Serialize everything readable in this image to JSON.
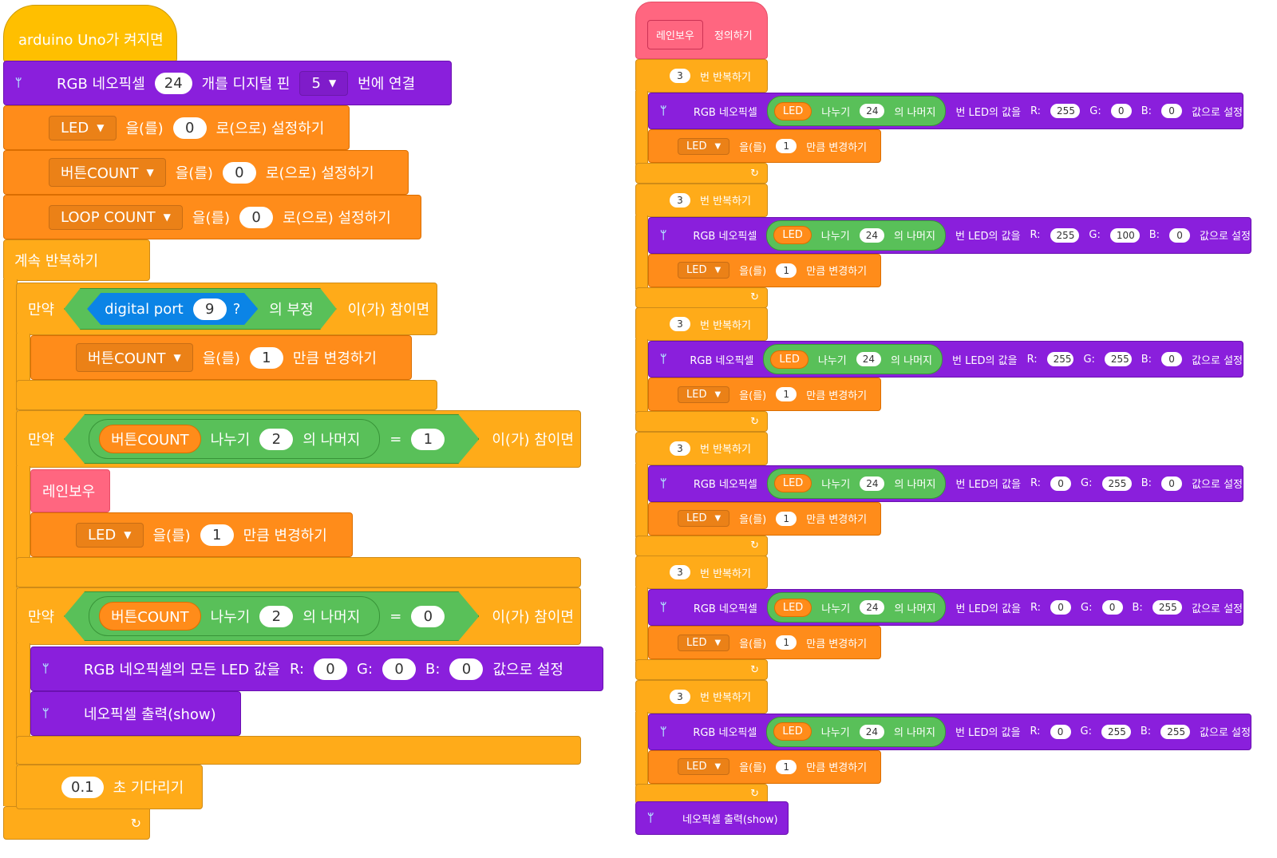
{
  "left": {
    "hat": "arduino Uno가 켜지면",
    "init": {
      "t1": "RGB 네오픽셀",
      "count": "24",
      "t2": "개를 디지털 핀",
      "pin": "5",
      "t3": "번에 연결"
    },
    "set_rows": [
      {
        "var": "LED",
        "t1": "을(를)",
        "val": "0",
        "t2": "로(으로) 설정하기"
      },
      {
        "var": "버튼COUNT",
        "t1": "을(를)",
        "val": "0",
        "t2": "로(으로) 설정하기"
      },
      {
        "var": "LOOP COUNT",
        "t1": "을(를)",
        "val": "0",
        "t2": "로(으로) 설정하기"
      }
    ],
    "forever": "계속 반복하기",
    "if1": {
      "if": "만약",
      "port": "digital port",
      "port_val": "9",
      "q": "?",
      "neg": "의 부정",
      "then": "이(가) 참이면"
    },
    "if1_body": {
      "var": "버튼COUNT",
      "t1": "을(를)",
      "val": "1",
      "t2": "만큼 변경하기"
    },
    "if2": {
      "if": "만약",
      "var": "버튼COUNT",
      "div": "나누기",
      "n": "2",
      "rem": "의 나머지",
      "eq": "=",
      "v": "1",
      "then": "이(가) 참이면"
    },
    "if2_call": "레인보우",
    "if2_body": {
      "var": "LED",
      "t1": "을(를)",
      "val": "1",
      "t2": "만큼 변경하기"
    },
    "if3": {
      "if": "만약",
      "var": "버튼COUNT",
      "div": "나누기",
      "n": "2",
      "rem": "의 나머지",
      "eq": "=",
      "v": "0",
      "then": "이(가) 참이면"
    },
    "if3_all": {
      "t1": "RGB 네오픽셀의 모든 LED 값을",
      "r": "R:",
      "rv": "0",
      "g": "G:",
      "gv": "0",
      "b": "B:",
      "bv": "0",
      "t2": "값으로 설정"
    },
    "if3_show": "네오픽셀 출력(show)",
    "wait": {
      "val": "0.1",
      "t": "초 기다리기"
    },
    "loop_arrow": "↻"
  },
  "right": {
    "def_name": "레인보우",
    "def_label": "정의하기",
    "repeats": [
      {
        "n": "3",
        "rep": "번 반복하기",
        "px": "RGB 네오픽셀",
        "led": "LED",
        "div": "나누기",
        "dn": "24",
        "rem": "의 나머지",
        "set": "번 LED의 값을",
        "r": "R:",
        "rv": "255",
        "g": "G:",
        "gv": "0",
        "b": "B:",
        "bv": "0",
        "end": "값으로 설정",
        "cv": "LED",
        "c1": "을(를)",
        "cn": "1",
        "c2": "만큼 변경하기"
      },
      {
        "n": "3",
        "rep": "번 반복하기",
        "px": "RGB 네오픽셀",
        "led": "LED",
        "div": "나누기",
        "dn": "24",
        "rem": "의 나머지",
        "set": "번 LED의 값을",
        "r": "R:",
        "rv": "255",
        "g": "G:",
        "gv": "100",
        "b": "B:",
        "bv": "0",
        "end": "값으로 설정",
        "cv": "LED",
        "c1": "을(를)",
        "cn": "1",
        "c2": "만큼 변경하기"
      },
      {
        "n": "3",
        "rep": "번 반복하기",
        "px": "RGB 네오픽셀",
        "led": "LED",
        "div": "나누기",
        "dn": "24",
        "rem": "의 나머지",
        "set": "번 LED의 값을",
        "r": "R:",
        "rv": "255",
        "g": "G:",
        "gv": "255",
        "b": "B:",
        "bv": "0",
        "end": "값으로 설정",
        "cv": "LED",
        "c1": "을(를)",
        "cn": "1",
        "c2": "만큼 변경하기"
      },
      {
        "n": "3",
        "rep": "번 반복하기",
        "px": "RGB 네오픽셀",
        "led": "LED",
        "div": "나누기",
        "dn": "24",
        "rem": "의 나머지",
        "set": "번 LED의 값을",
        "r": "R:",
        "rv": "0",
        "g": "G:",
        "gv": "255",
        "b": "B:",
        "bv": "0",
        "end": "값으로 설정",
        "cv": "LED",
        "c1": "을(를)",
        "cn": "1",
        "c2": "만큼 변경하기"
      },
      {
        "n": "3",
        "rep": "번 반복하기",
        "px": "RGB 네오픽셀",
        "led": "LED",
        "div": "나누기",
        "dn": "24",
        "rem": "의 나머지",
        "set": "번 LED의 값을",
        "r": "R:",
        "rv": "0",
        "g": "G:",
        "gv": "0",
        "b": "B:",
        "bv": "255",
        "end": "값으로 설정",
        "cv": "LED",
        "c1": "을(를)",
        "cn": "1",
        "c2": "만큼 변경하기"
      },
      {
        "n": "3",
        "rep": "번 반복하기",
        "px": "RGB 네오픽셀",
        "led": "LED",
        "div": "나누기",
        "dn": "24",
        "rem": "의 나머지",
        "set": "번 LED의 값을",
        "r": "R:",
        "rv": "0",
        "g": "G:",
        "gv": "255",
        "b": "B:",
        "bv": "255",
        "end": "값으로 설정",
        "cv": "LED",
        "c1": "을(를)",
        "cn": "1",
        "c2": "만큼 변경하기"
      }
    ],
    "show": "네오픽셀 출력(show)",
    "loop_arrow": "↻"
  },
  "colors": {
    "events": "#ffbf00",
    "variables": "#ff8c1a",
    "control": "#ffab19",
    "neopixel": "#8a1fdc",
    "operators": "#59c059",
    "myblocks": "#ff6680",
    "sensing": "#0fbdff"
  }
}
